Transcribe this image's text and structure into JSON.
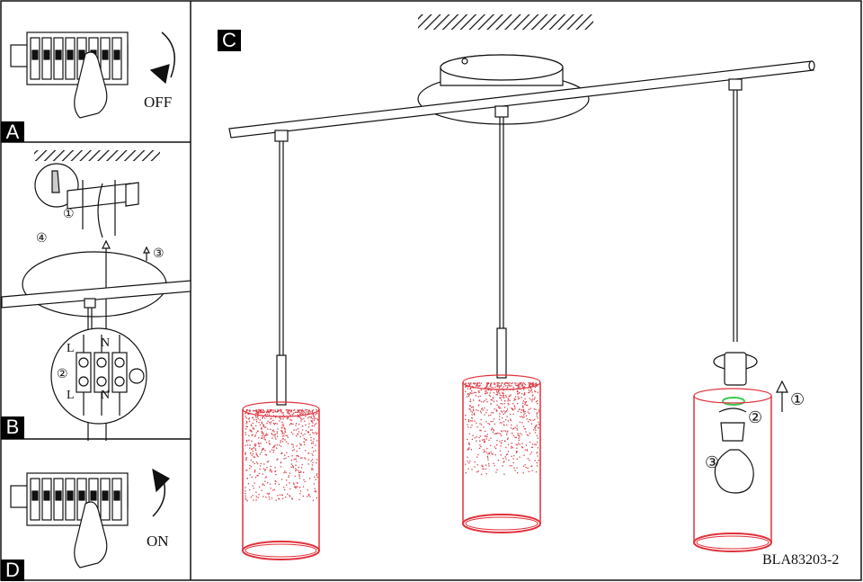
{
  "panels": {
    "a": {
      "label": "A",
      "action": "OFF"
    },
    "b": {
      "label": "B",
      "steps": [
        "①",
        "②",
        "③",
        "④"
      ],
      "terminal_top": [
        "L",
        "N"
      ],
      "terminal_bottom": [
        "L",
        "N"
      ]
    },
    "c": {
      "label": "C",
      "steps": [
        "①",
        "②",
        "③"
      ]
    },
    "d": {
      "label": "D",
      "action": "ON"
    }
  },
  "model_code": "BLA83203-2",
  "colors": {
    "shade_outline": "#e0303a",
    "speckle": "#d8404a",
    "ring": "#3cc850",
    "line": "#111111"
  }
}
